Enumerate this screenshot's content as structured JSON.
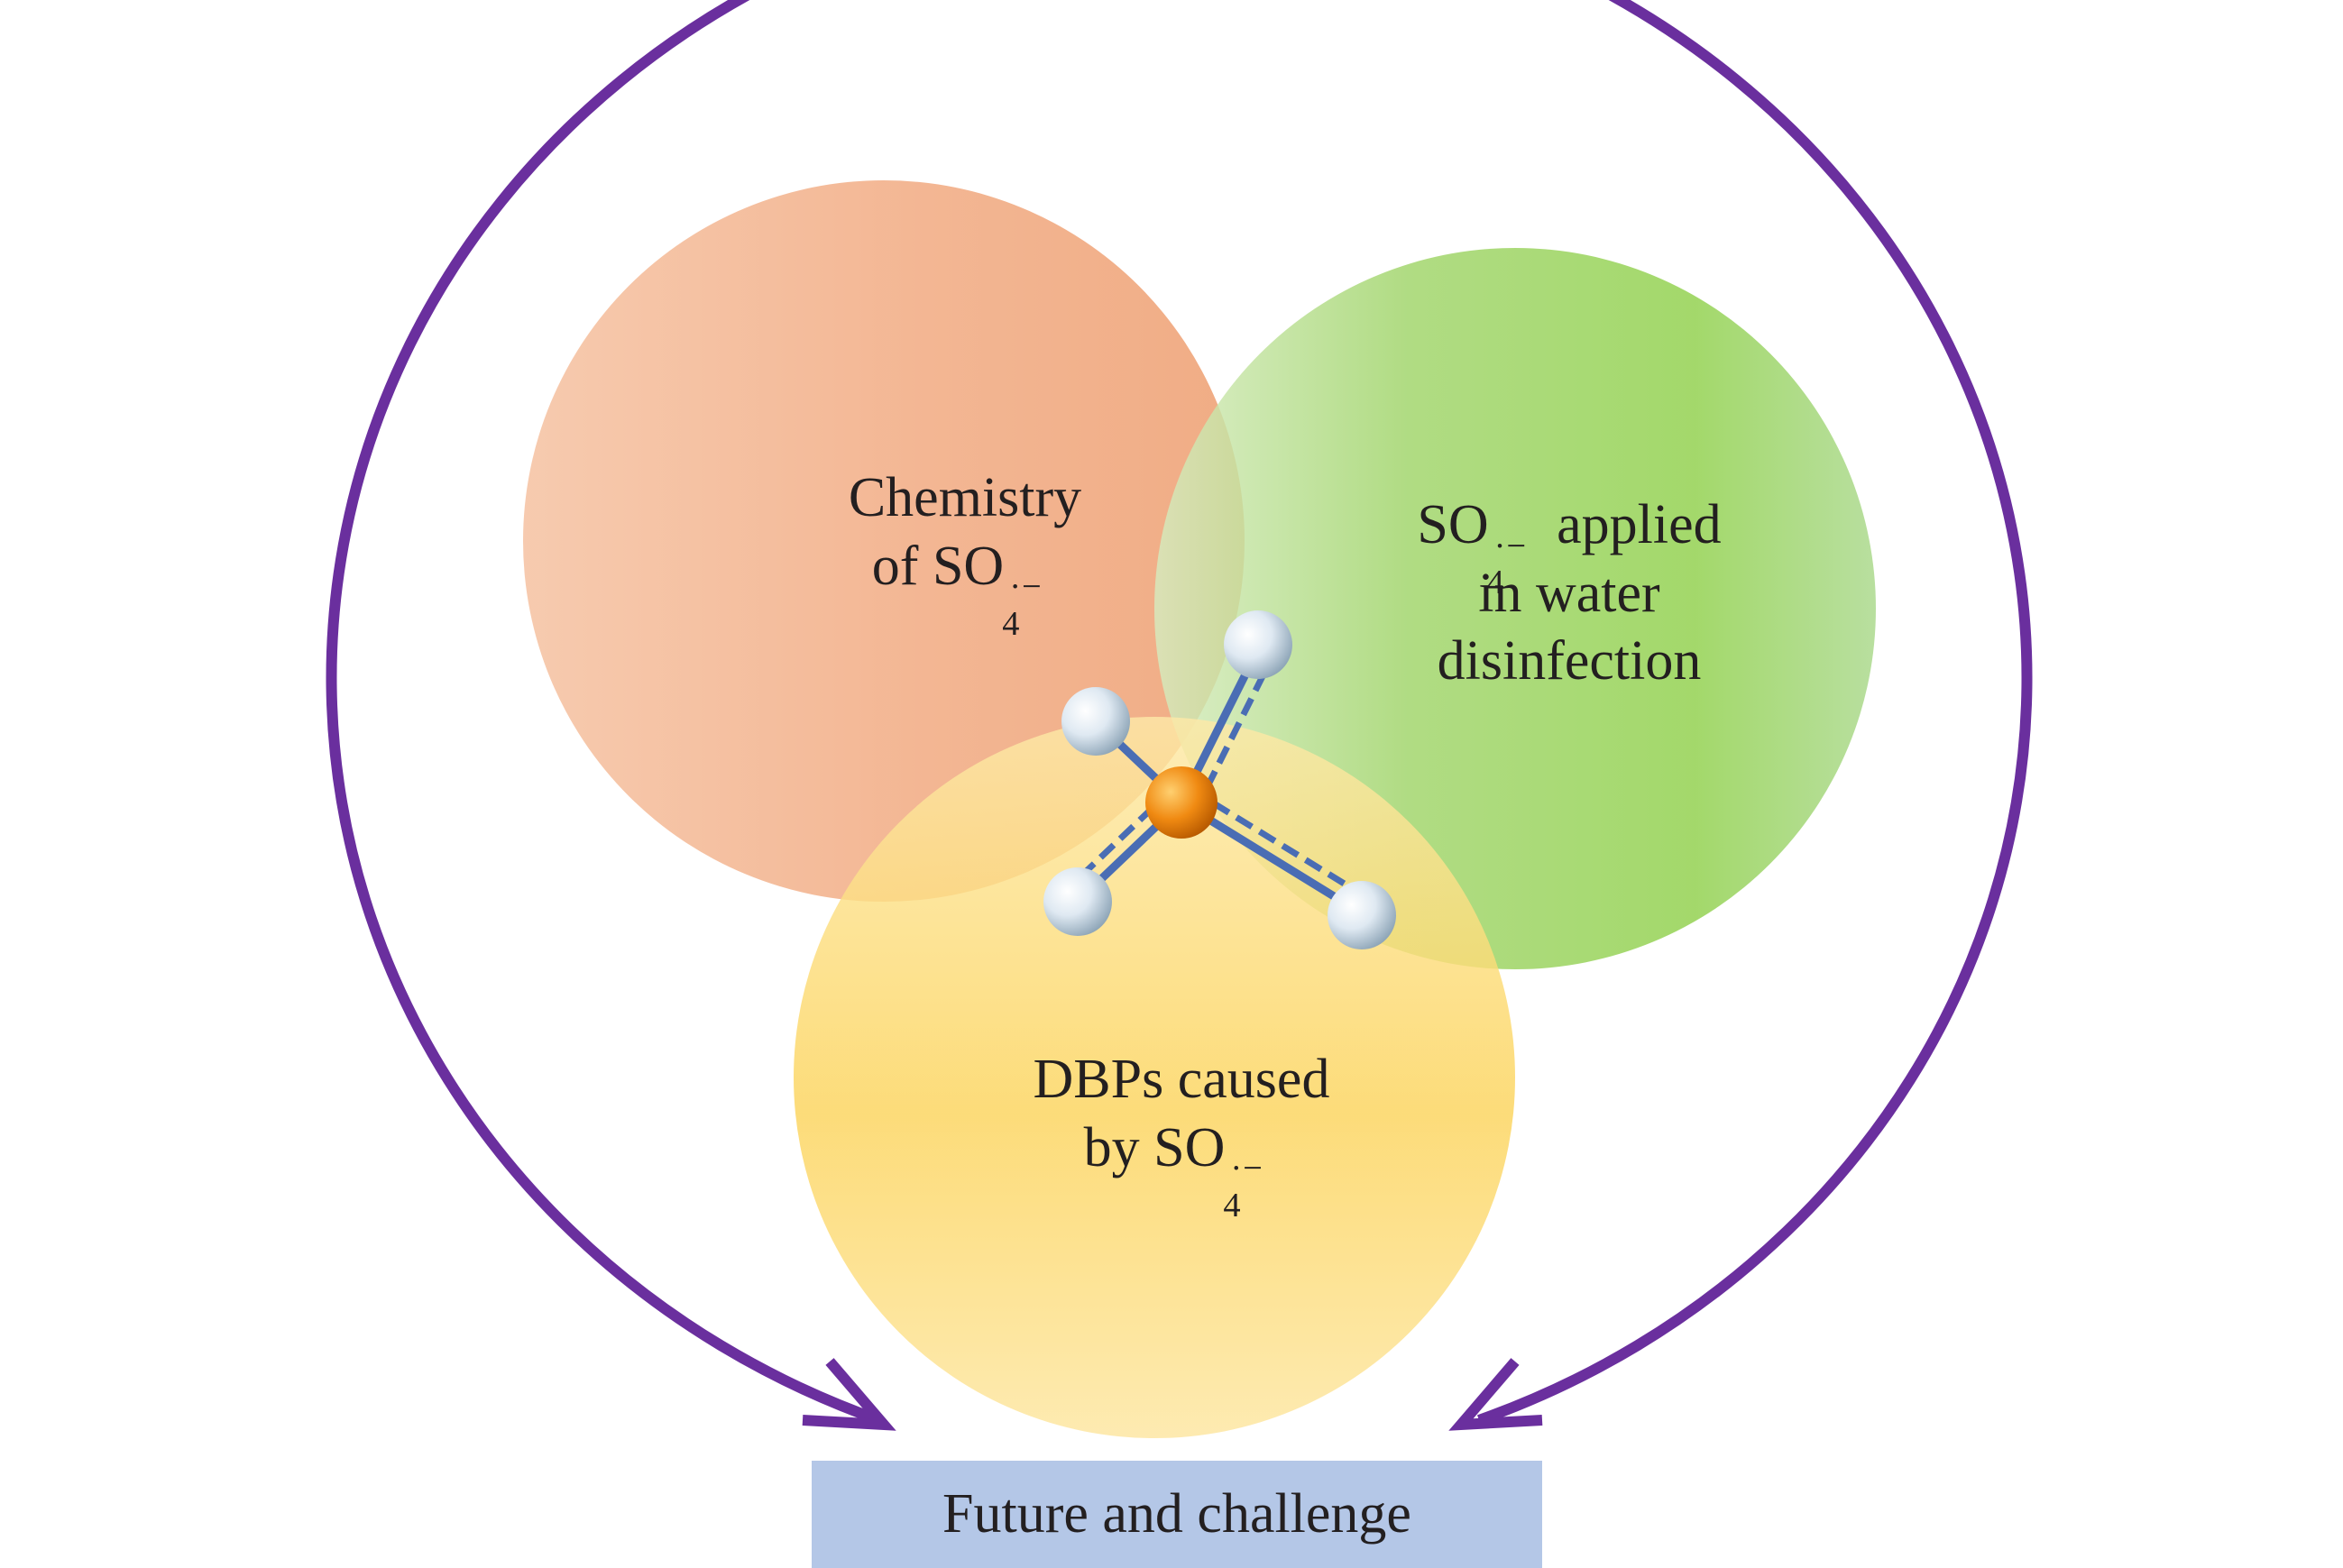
{
  "circles": {
    "chemistry": {
      "line1": "Chemistry",
      "line2_prefix": "of SO",
      "subscript": "4",
      "superscript": "·−"
    },
    "water": {
      "line1_prefix": "SO",
      "subscript": "4",
      "superscript": "·−",
      "line1_suffix": " applied",
      "line2": "in water",
      "line3": "disinfection"
    },
    "dbps": {
      "line1": "DBPs caused",
      "line2_prefix": "by SO",
      "subscript": "4",
      "superscript": "·−"
    }
  },
  "footer": {
    "label": "Future and challenge"
  },
  "colors": {
    "orange_circle": "#f2a87a",
    "green_circle": "#8fcf4f",
    "yellow_circle": "#fbd86a",
    "arc": "#6a2f9e",
    "footer_box": "#b4c7e7",
    "center_atom": "#e8850f",
    "outer_atom": "#d8e6f0",
    "bond": "#4a6db4"
  },
  "icons": {
    "molecule": "sulfate-molecule-icon"
  }
}
